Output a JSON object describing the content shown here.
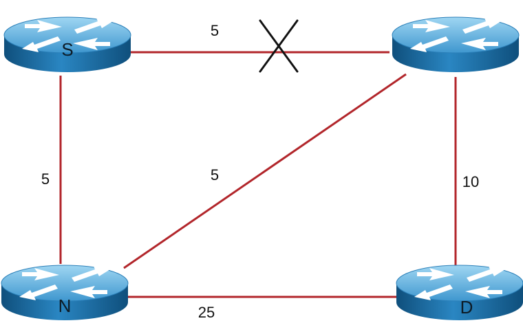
{
  "colors": {
    "link": "#b2262b",
    "failed_mark": "#111111",
    "router_top": "#59aee0",
    "router_side": "#1b6da5",
    "router_arrows": "#ffffff"
  },
  "routers": {
    "s": {
      "label": "S",
      "icon": "router-icon"
    },
    "r": {
      "label": "",
      "icon": "router-icon"
    },
    "n": {
      "label": "N",
      "icon": "router-icon"
    },
    "d": {
      "label": "D",
      "icon": "router-icon"
    }
  },
  "links": {
    "s_r": {
      "cost": "5",
      "failed": true
    },
    "s_n": {
      "cost": "5"
    },
    "n_r": {
      "cost": "5"
    },
    "r_d": {
      "cost": "10"
    },
    "n_d": {
      "cost": "25"
    }
  }
}
